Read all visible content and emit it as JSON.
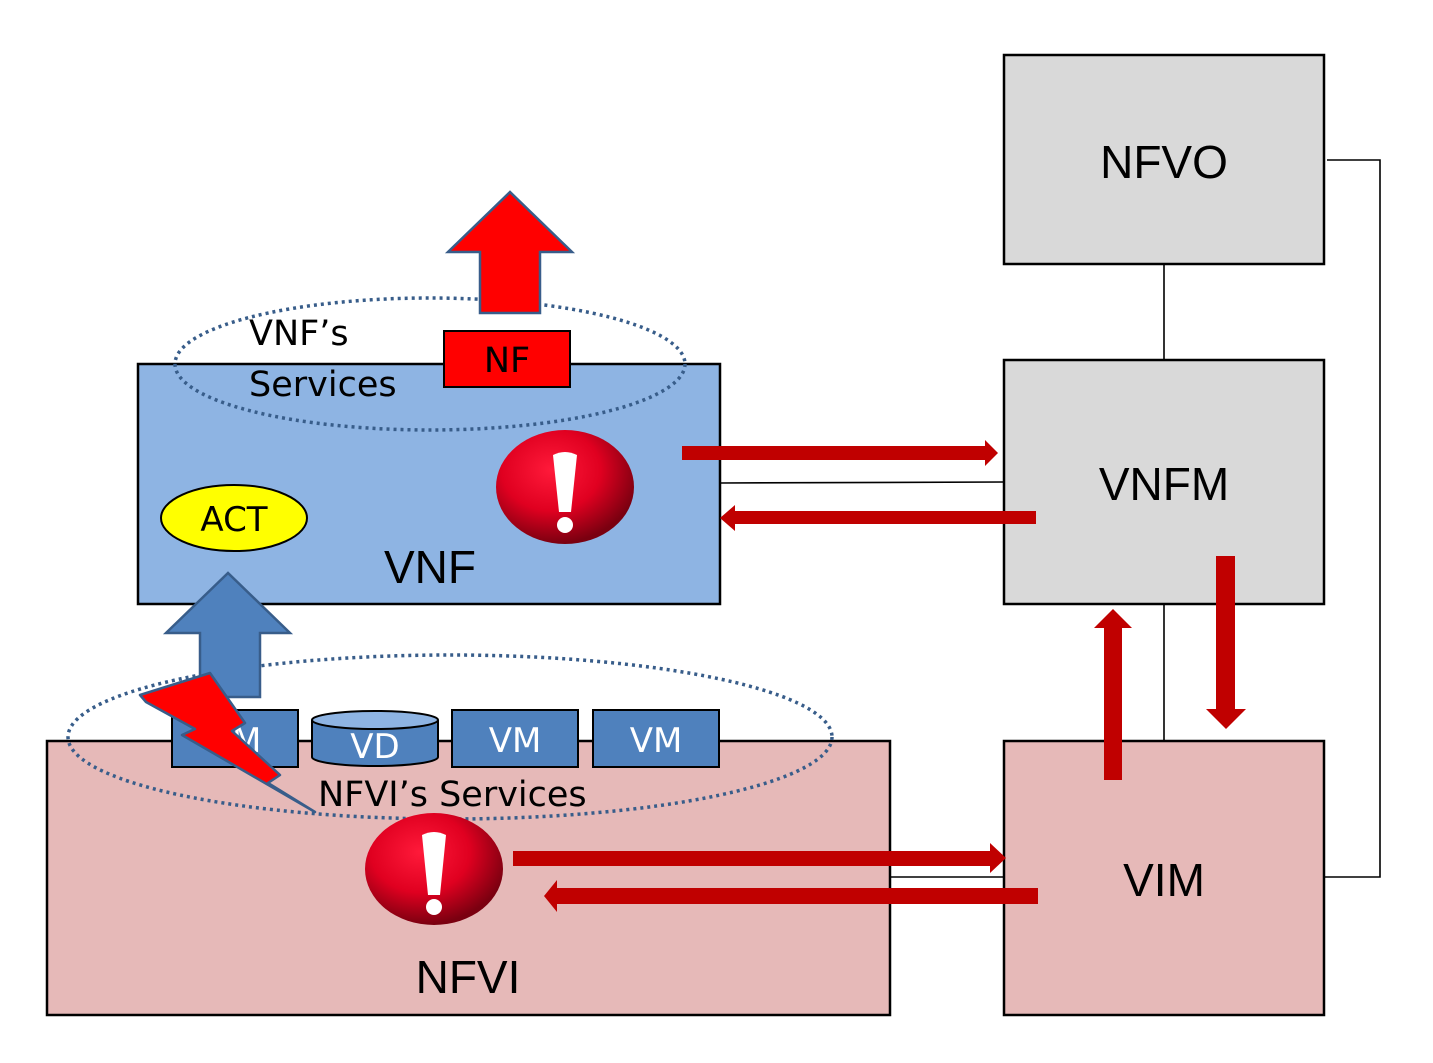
{
  "diagram": {
    "title": "NFV fault propagation and management",
    "colors": {
      "vnf_fill": "#8EB4E3",
      "nfvi_fill": "#E6B9B8",
      "mano_fill": "#D9D9D9",
      "vim_fill": "#E6B9B8",
      "alarm_red": "#C00000",
      "nf_red": "#FF0000",
      "act_yellow": "#FFFF00",
      "resource_blue": "#4F81BD",
      "dotted_outline": "#385D8A"
    },
    "blocks": {
      "nfvo": {
        "label": "NFVO"
      },
      "vnfm": {
        "label": "VNFM"
      },
      "vim": {
        "label": "VIM"
      },
      "vnf": {
        "label": "VNF"
      },
      "nfvi": {
        "label": "NFVI"
      }
    },
    "vnf_services": {
      "label_line1": "VNF’s",
      "label_line2": "Services",
      "nf_label": "NF",
      "act_label": "ACT"
    },
    "nfvi_services": {
      "label": "NFVI’s Services",
      "resources": [
        {
          "type": "vm",
          "label": "VM"
        },
        {
          "type": "vd",
          "label": "VD"
        },
        {
          "type": "vm",
          "label": "VM"
        },
        {
          "type": "vm",
          "label": "VM"
        }
      ]
    },
    "alarms": [
      {
        "location": "VNF",
        "symbol": "!"
      },
      {
        "location": "NFVI",
        "symbol": "!"
      }
    ],
    "flows": [
      {
        "from": "VNF",
        "to": "VNFM",
        "kind": "fault-notification"
      },
      {
        "from": "VNFM",
        "to": "VNF",
        "kind": "management-action"
      },
      {
        "from": "NFVI",
        "to": "VIM",
        "kind": "fault-notification"
      },
      {
        "from": "VIM",
        "to": "NFVI",
        "kind": "management-action"
      },
      {
        "from": "VIM",
        "to": "VNFM",
        "kind": "fault-notification"
      },
      {
        "from": "VNFM",
        "to": "VIM",
        "kind": "management-action"
      }
    ]
  }
}
